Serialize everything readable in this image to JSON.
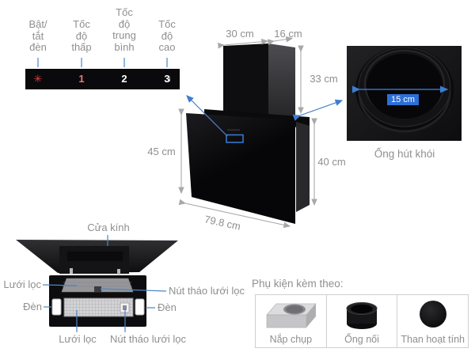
{
  "colors": {
    "accent_blue": "#2c6fd6",
    "connector_blue": "#4a86c8",
    "dimension_gray": "#a8a8a8",
    "text_gray": "#8f8f8f",
    "icon_red": "#e6413d",
    "product_black": "#0d0d0f"
  },
  "control_panel": {
    "labels": {
      "light": "Bật/\ntắt\nđèn",
      "low": "Tốc\nđộ\nthấp",
      "medium": "Tốc\nđộ\ntrung\nbình",
      "high": "Tốc\nđộ\ncao"
    },
    "buttons": {
      "light_glyph": "✳",
      "low": "1",
      "medium": "2",
      "high": "3",
      "high_suffix": "i"
    }
  },
  "dimensions": {
    "chimney_width": "30 cm",
    "chimney_depth": "16 cm",
    "chimney_height": "33 cm",
    "body_height": "45 cm",
    "back_height": "40 cm",
    "body_width": "79.8 cm",
    "duct_diameter": "15 cm"
  },
  "duct": {
    "caption": "Ống hút khói"
  },
  "underside": {
    "glass": "Cửa kính",
    "filter_top": "Lưới lọc",
    "filter_release_top": "Nút tháo lưới lọc",
    "lamp_left": "Đèn",
    "lamp_right": "Đèn",
    "filter_front": "Lưới lọc",
    "filter_release_front": "Nút tháo lưới lọc"
  },
  "accessories": {
    "title": "Phụ kiện kèm theo:",
    "items": [
      {
        "label": "Nắp chụp"
      },
      {
        "label": "Ống nối"
      },
      {
        "label": "Than hoạt tính"
      }
    ]
  }
}
